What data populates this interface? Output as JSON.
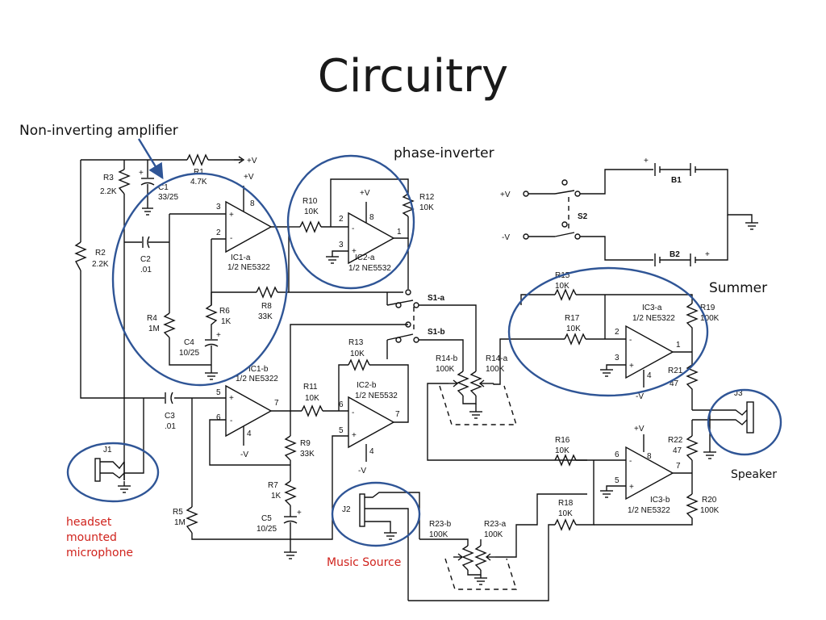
{
  "slide": {
    "title": "Circuitry"
  },
  "annotations": {
    "noninverting": "Non-inverting amplifier",
    "phase_inverter": "phase-inverter",
    "summer": "Summer",
    "speaker": "Speaker",
    "headset": "headset\nmounted\nmicrophone",
    "music_source": "Music Source"
  },
  "colors": {
    "highlight": "#2f5596",
    "red_label": "#d0231d"
  },
  "schematic": {
    "labels": {
      "r1": "R1",
      "r1_val": "4.7K",
      "plus_v_top": "+V",
      "r3": "R3",
      "r3_val": "2.2K",
      "c1": "C1",
      "c1_val": "33/25",
      "r2": "R2",
      "r2_val": "2.2K",
      "c2": "C2",
      "c2_val": ".01",
      "r4": "R4",
      "r4_val": "1M",
      "r6": "R6",
      "r6_val": "1K",
      "c4": "C4",
      "c4_val": "10/25",
      "r8": "R8",
      "r8_val": "33K",
      "ic1a": "IC1-a",
      "ic1a_part": "1/2 NE5322",
      "ic1b": "IC1-b",
      "ic1b_part": "1/2 NE5322",
      "c3": "C3",
      "c3_val": ".01",
      "r5": "R5",
      "r5_val": "1M",
      "r9": "R9",
      "r9_val": "33K",
      "r7": "R7",
      "r7_val": "1K",
      "c5": "C5",
      "c5_val": "10/25",
      "r10": "R10",
      "r10_val": "10K",
      "r12": "R12",
      "r12_val": "10K",
      "ic2a": "IC2-a",
      "ic2a_part": "1/2 NE5532",
      "r11": "R11",
      "r11_val": "10K",
      "r13": "R13",
      "r13_val": "10K",
      "ic2b": "IC2-b",
      "ic2b_part": "1/2 NE5532",
      "s1a": "S1-a",
      "s1b": "S1-b",
      "r14b": "R14-b",
      "r14b_val": "100K",
      "r14a": "R14-a",
      "r14a_val": "100K",
      "r23b": "R23-b",
      "r23b_val": "100K",
      "r23a": "R23-a",
      "r23a_val": "100K",
      "r15": "R15",
      "r15_val": "10K",
      "r17": "R17",
      "r17_val": "10K",
      "r19": "R19",
      "r19_val": "100K",
      "r21": "R21",
      "r21_val": "47",
      "ic3a": "IC3-a",
      "ic3a_part": "1/2 NE5322",
      "r16": "R16",
      "r16_val": "10K",
      "r18": "R18",
      "r18_val": "10K",
      "r22": "R22",
      "r22_val": "47",
      "r20": "R20",
      "r20_val": "100K",
      "ic3b": "IC3-b",
      "ic3b_part": "1/2 NE5322",
      "j1": "J1",
      "j2": "J2",
      "j3": "J3",
      "b1": "B1",
      "b2": "B2",
      "s2": "S2",
      "plus_v": "+V",
      "minus_v": "-V",
      "pin1": "1",
      "pin2": "2",
      "pin3": "3",
      "pin4": "4",
      "pin5": "5",
      "pin6": "6",
      "pin7": "7",
      "pin8": "8",
      "plus": "+",
      "minus": "-"
    }
  }
}
